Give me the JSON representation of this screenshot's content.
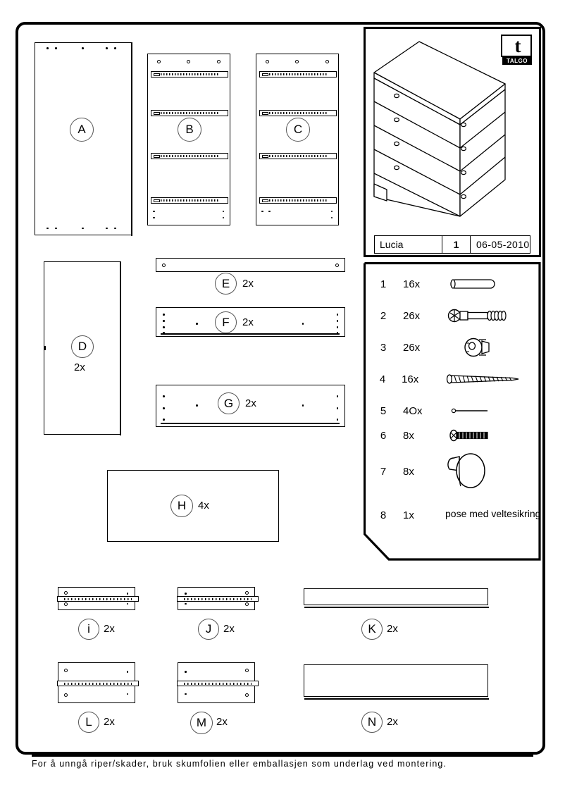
{
  "document": {
    "brand": "TALGO",
    "product_name": "Lucia",
    "page_number": "1",
    "date": "06-05-2010",
    "footer_note": "For å unngå riper/skader, bruk skumfolien eller emballasjen som underlag ved montering."
  },
  "product_illustration": {
    "name": "chest-of-drawers",
    "drawer_count": 4,
    "knob_count": 8
  },
  "hardware": [
    {
      "no": "1",
      "qty": "16x",
      "icon": "wooden-dowel",
      "text": ""
    },
    {
      "no": "2",
      "qty": "26x",
      "icon": "cam-bolt",
      "text": ""
    },
    {
      "no": "3",
      "qty": "26x",
      "icon": "cam-lock-disc",
      "text": ""
    },
    {
      "no": "4",
      "qty": "16x",
      "icon": "wood-screw",
      "text": ""
    },
    {
      "no": "5",
      "qty": "4Ox",
      "icon": "panel-nail",
      "text": ""
    },
    {
      "no": "6",
      "qty": "8x",
      "icon": "machine-bolt",
      "text": ""
    },
    {
      "no": "7",
      "qty": "8x",
      "icon": "drawer-knob",
      "text": ""
    },
    {
      "no": "8",
      "qty": "1x",
      "icon": "",
      "text": "pose med veltesikring"
    }
  ],
  "parts": {
    "A": {
      "label": "A",
      "qty": ""
    },
    "B": {
      "label": "B",
      "qty": ""
    },
    "C": {
      "label": "C",
      "qty": ""
    },
    "D": {
      "label": "D",
      "qty": "2x"
    },
    "E": {
      "label": "E",
      "qty": "2x"
    },
    "F": {
      "label": "F",
      "qty": "2x"
    },
    "G": {
      "label": "G",
      "qty": "2x"
    },
    "H": {
      "label": "H",
      "qty": "4x"
    },
    "I": {
      "label": "i",
      "qty": "2x"
    },
    "J": {
      "label": "J",
      "qty": "2x"
    },
    "K": {
      "label": "K",
      "qty": "2x"
    },
    "L": {
      "label": "L",
      "qty": "2x"
    },
    "M": {
      "label": "M",
      "qty": "2x"
    },
    "N": {
      "label": "N",
      "qty": "2x"
    }
  }
}
